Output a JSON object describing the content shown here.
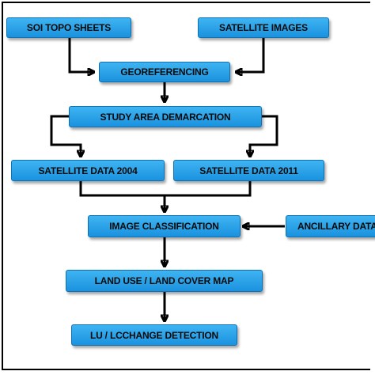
{
  "flowchart": {
    "soi_topo_sheets": "SOI TOPO SHEETS",
    "satellite_images": "SATELLITE IMAGES",
    "georeferencing": "GEOREFERENCING",
    "study_area_demarcation": "STUDY AREA DEMARCATION",
    "satellite_data_2004": "SATELLITE DATA 2004",
    "satellite_data_2011": "SATELLITE DATA 2011",
    "image_classification": "IMAGE CLASSIFICATION",
    "ancillary_data": "ANCILLARY DATA",
    "land_use_map": "LAND USE / LAND COVER MAP",
    "change_detection": "LU / LCCHANGE DETECTION"
  },
  "colors": {
    "box_fill": "#2aa3ea",
    "box_border": "#0f70b3",
    "arrow": "#000000"
  }
}
